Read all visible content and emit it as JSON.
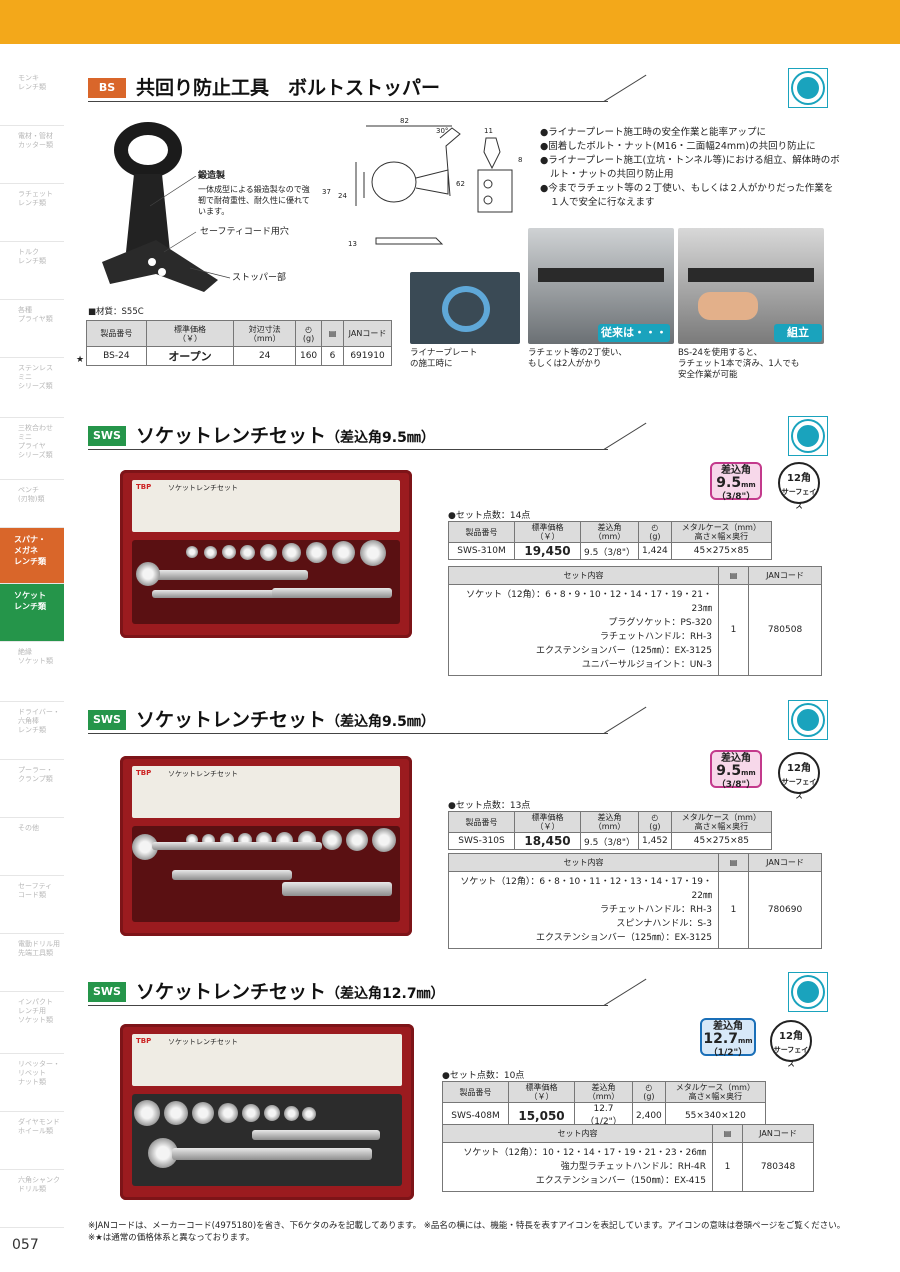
{
  "sidebar": {
    "items": [
      "モンキ\nレンチ類",
      "電材・管材\nカッター類",
      "ラチェット\nレンチ類",
      "トルク\nレンチ類",
      "各種\nプライヤ類",
      "ステンレス\nミニ\nシリーズ類",
      "三枚合わせ\nミニ\nプライヤ\nシリーズ類",
      "ペンチ\n(刃物)類",
      "スパナ・\nメガネ\nレンチ類",
      "ソケット\nレンチ類",
      "絶縁\nソケット類",
      "ドライバー・\n六角棒\nレンチ類",
      "プーラー・\nクランプ類",
      "その他",
      "セーフティ\nコード類",
      "電動ドリル用\n先端工具類",
      "インパクト\nレンチ用\nソケット類",
      "リベッター・\nリベット\nナット類",
      "ダイヤモンド\nホイール類",
      "六角シャンク\nドリル類"
    ]
  },
  "page_number": "057",
  "colors": {
    "orange": "#d9662a",
    "green": "#25954a",
    "top": "#f3a81a",
    "accent": "#1aa3bd"
  },
  "s1": {
    "badge": "BS",
    "title": "共回り防止工具　ボルトストッパー",
    "callouts": {
      "forged_title": "鍛造製",
      "forged_text": "一体成型による鍛造製なので強靭で耐荷重性、耐久性に優れています。",
      "cord": "セーフティコード用穴",
      "stopper": "ストッパー部"
    },
    "dims": {
      "d82": "82",
      "d30": "30°",
      "d11": "11",
      "d8": "8",
      "d62": "62",
      "d37": "37",
      "d24": "24",
      "d13": "13"
    },
    "bullets": [
      "●ライナープレート施工時の安全作業と能率アップに",
      "●固着したボルト・ナット(M16・二面幅24mm)の共回り防止に",
      "●ライナープレート施工(立坑・トンネル等)における組立、解体時のボルト・ナットの共回り防止用",
      "●今までラチェット等の２丁使い、もしくは２人がかりだった作業を１人で安全に行なえます"
    ],
    "material": "■材質：S55C",
    "headers": [
      "製品番号",
      "標準価格\n（￥）",
      "対辺寸法\n（mm）",
      "(g)",
      "",
      "JANコード"
    ],
    "row": {
      "star": "★",
      "code": "BS-24",
      "price": "オープン",
      "size": "24",
      "weight": "160",
      "qty": "6",
      "jan": "691910"
    },
    "photos": {
      "liner": "ライナープレート\nの施工時に",
      "before_label": "従来は・・・",
      "before_cap": "ラチェット等の2丁使い、\nもしくは2人がかり",
      "after_label": "組立",
      "after_cap": "BS-24を使用すると、\nラチェット1本で済み、1人でも\n安全作業が可能"
    }
  },
  "s2": {
    "badge": "SWS",
    "title": "ソケットレンチセット",
    "title_sub": "（差込角9.5㎜）",
    "drive": {
      "l1": "差込角",
      "l2": "9.5",
      "unit": "mm",
      "l3": "（3/8\"）"
    },
    "twelve": {
      "l1": "12角",
      "l2": "サーフェイス"
    },
    "setpoints": "●セット点数：14点",
    "headers": [
      "製品番号",
      "標準価格\n（￥）",
      "差込角\n（mm）",
      "(g)",
      "メタルケース（mm）\n高さ×幅×奥行"
    ],
    "row": {
      "code": "SWS-310M",
      "price": "19,450",
      "drive": "9.5（3/8\"）",
      "weight": "1,424",
      "case": "45×275×85"
    },
    "content_header": "セット内容",
    "jan_header": "JANコード",
    "contents": [
      "ソケット（12角）：6・8・9・10・12・14・17・19・21・23㎜",
      "プラグソケット：PS-320",
      "ラチェットハンドル：RH-3",
      "エクステンションバー（125㎜）：EX-3125",
      "ユニバーサルジョイント：UN-3"
    ],
    "qty": "1",
    "jan": "780508",
    "case_label": "ソケットレンチセット",
    "brand": "TBP"
  },
  "s3": {
    "badge": "SWS",
    "title": "ソケットレンチセット",
    "title_sub": "（差込角9.5㎜）",
    "drive": {
      "l1": "差込角",
      "l2": "9.5",
      "unit": "mm",
      "l3": "（3/8\"）"
    },
    "twelve": {
      "l1": "12角",
      "l2": "サーフェイス"
    },
    "setpoints": "●セット点数：13点",
    "headers": [
      "製品番号",
      "標準価格\n（￥）",
      "差込角\n（mm）",
      "(g)",
      "メタルケース（mm）\n高さ×幅×奥行"
    ],
    "row": {
      "code": "SWS-310S",
      "price": "18,450",
      "drive": "9.5（3/8\"）",
      "weight": "1,452",
      "case": "45×275×85"
    },
    "content_header": "セット内容",
    "jan_header": "JANコード",
    "contents": [
      "ソケット（12角）：6・8・10・11・12・13・14・17・19・22㎜",
      "ラチェットハンドル：RH-3",
      "スピンナハンドル：S-3",
      "エクステンションバー（125㎜）：EX-3125"
    ],
    "qty": "1",
    "jan": "780690",
    "case_label": "ソケットレンチセット",
    "brand": "TBP"
  },
  "s4": {
    "badge": "SWS",
    "title": "ソケットレンチセット",
    "title_sub": "（差込角12.7㎜）",
    "drive": {
      "l1": "差込角",
      "l2": "12.7",
      "unit": "mm",
      "l3": "（1/2\"）"
    },
    "twelve": {
      "l1": "12角",
      "l2": "サーフェイス"
    },
    "setpoints": "●セット点数：10点",
    "headers": [
      "製品番号",
      "標準価格\n（￥）",
      "差込角\n（mm）",
      "(g)",
      "メタルケース（mm）\n高さ×幅×奥行"
    ],
    "row": {
      "code": "SWS-408M",
      "price": "15,050",
      "drive": "12.7（1/2\"）",
      "weight": "2,400",
      "case": "55×340×120"
    },
    "content_header": "セット内容",
    "jan_header": "JANコード",
    "contents": [
      "ソケット（12角）：10・12・14・17・19・21・23・26㎜",
      "強力型ラチェットハンドル：RH-4R",
      "エクステンションバー（150㎜）：EX-415"
    ],
    "qty": "1",
    "jan": "780348",
    "case_label": "ソケットレンチセット",
    "brand": "TBP"
  },
  "footnotes": [
    "※JANコードは、メーカーコード(4975180)を省き、下6ケタのみを記載してあります。 ※品名の横には、機能・特長を表すアイコンを表記しています。アイコンの意味は巻頭ページをご覧ください。",
    "※★は通常の価格体系と異なっております。"
  ]
}
